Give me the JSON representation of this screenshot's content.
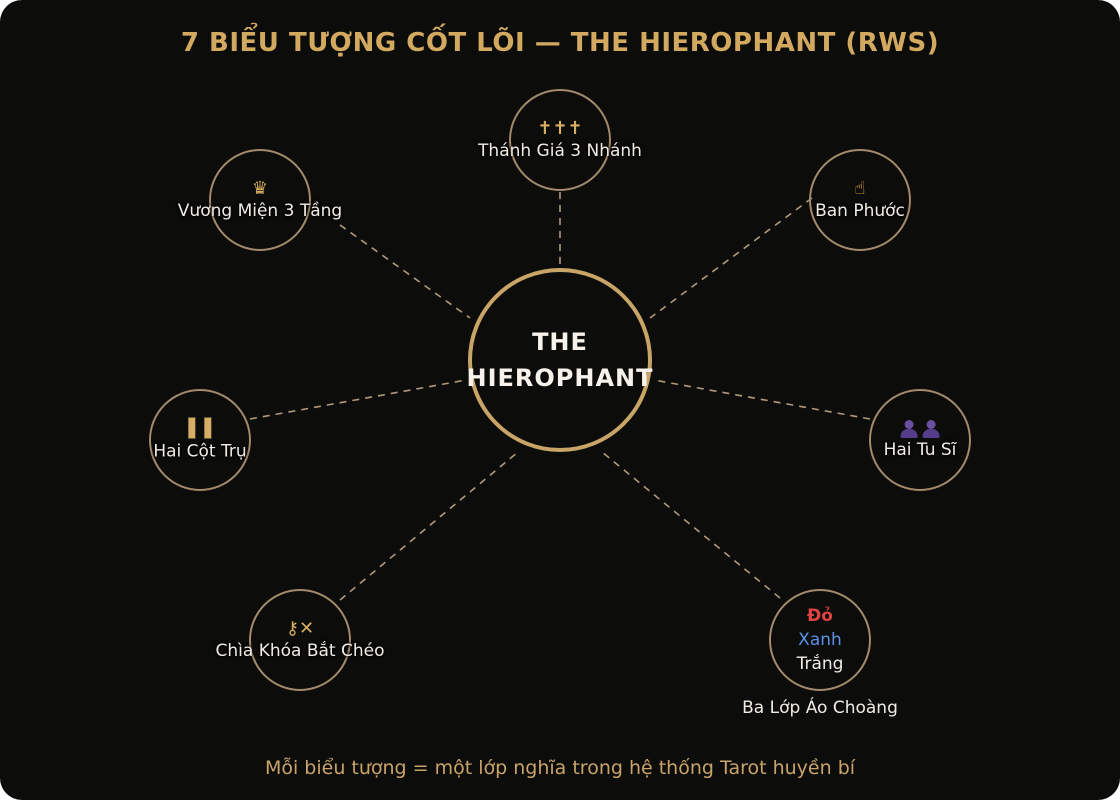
{
  "title": "7 BIỂU TƯỢNG CỐT LÕI — THE HIEROPHANT (RWS)",
  "center": {
    "line1": "THE",
    "line2": "HIEROPHANT"
  },
  "nodes": {
    "cross": {
      "glyph": "✝✝✝",
      "label": "Thánh Giá 3 Nhánh",
      "icon": "triple-cross-icon"
    },
    "crown": {
      "glyph": "♛",
      "label": "Vương Miện 3 Tầng",
      "icon": "crown-icon"
    },
    "blessing": {
      "glyph": "☝",
      "label": "Ban Phước",
      "icon": "pointing-hand-icon"
    },
    "pillars": {
      "label": "Hai Cột Trụ",
      "icon": "pillars-icon"
    },
    "monks": {
      "label": "Hai Tu Sĩ",
      "icon": "people-icon"
    },
    "keys": {
      "glyph": "⚷✕",
      "label": "Chìa Khóa Bắt Chéo",
      "icon": "crossed-keys-icon"
    },
    "robes": {
      "red": "Đỏ",
      "blue": "Xanh",
      "white": "Trắng",
      "label": "Ba Lớp Áo Choàng"
    }
  },
  "footer": "Mỗi biểu tượng = một lớp nghĩa trong hệ thống Tarot huyền bí",
  "colors": {
    "background": "#0c0c0b",
    "gold": "#d2a95e",
    "node_border": "#a38a6b",
    "center_border": "#c8a566",
    "robe_red": "#e04343",
    "robe_blue": "#5b93e6",
    "monk_purple": "#6a4fa3"
  }
}
